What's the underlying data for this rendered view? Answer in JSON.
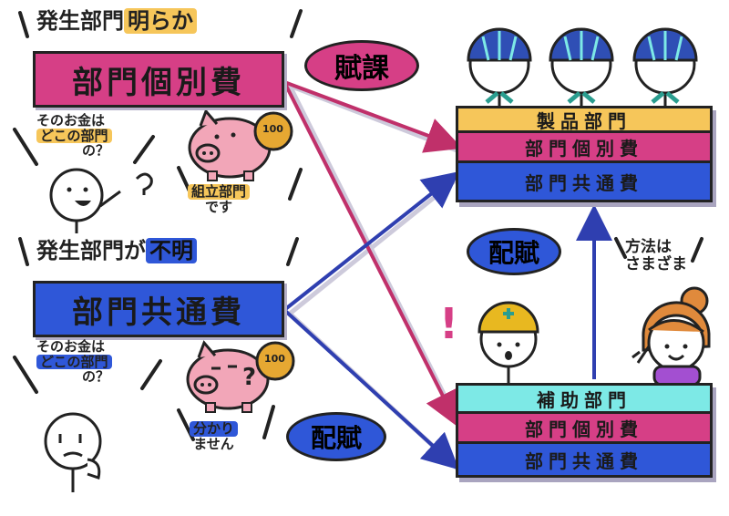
{
  "top_left": {
    "heading_part1": "発生部門",
    "heading_part2": "明らか",
    "box_label": "部門個別費",
    "question_lines": [
      "そのお金は",
      "どこの部門",
      "の？"
    ],
    "coin_label": "100",
    "answer_lines": [
      "組立部門",
      "です"
    ]
  },
  "bottom_left": {
    "heading_part1": "発生部門が",
    "heading_part2": "不明",
    "box_label": "部門共通費",
    "question_lines": [
      "そのお金は",
      "どこの部門",
      "の？"
    ],
    "pig_mark": "?",
    "coin_label": "100",
    "answer_lines": [
      "分かり",
      "ません"
    ]
  },
  "ovals": {
    "fuka": "賦課",
    "haifu_middle": "配賦",
    "haifu_bottom": "配賦"
  },
  "production_dept": {
    "header": "製品部門",
    "row_individual": "部門個別費",
    "row_common": "部門共通費"
  },
  "service_dept": {
    "header": "補助部門",
    "row_individual": "部門個別費",
    "row_common": "部門共通費"
  },
  "methods_note_lines": [
    "方法は",
    "さまざま"
  ],
  "exclaim": "!",
  "colors": {
    "pink": "#d63f86",
    "blue": "#2f57d8",
    "yellow": "#f6c65a",
    "cyan": "#7de9e6",
    "navy_arrow": "#2f3fb0",
    "magenta_arrow": "#c0306a",
    "helmet_blue": "#2f4fb5",
    "helmet_yellow": "#e8b820",
    "hair": "#e08a3c",
    "shirt_purple": "#a34fd1",
    "pig": "#f2a6b8",
    "coin": "#e6a832"
  }
}
